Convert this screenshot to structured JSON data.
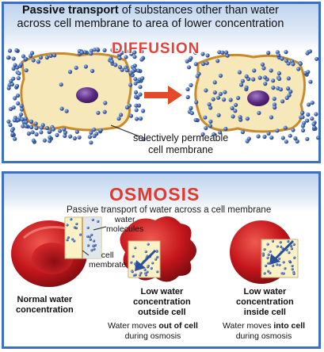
{
  "diffusion": {
    "title_bold": "Passive transport",
    "title_rest": " of substances other than water across cell membrane to area of lower concentration",
    "heading": "DIFFUSION",
    "membrane_label_1": "selectively permeable",
    "membrane_label_2": "cell membrane"
  },
  "osmosis": {
    "heading": "OSMOSIS",
    "subtitle": "Passive transport of water across a cell membrane",
    "label_water_1": "water",
    "label_water_2": "molecules",
    "label_cell_1": "cell",
    "label_cell_2": "membrate",
    "normal_caption_1": "Normal water",
    "normal_caption_2": "concentration",
    "outside_caption_1": "Low water",
    "outside_caption_2": "concentration",
    "outside_caption_3": "outside cell",
    "inside_caption_1": "Low water",
    "inside_caption_2": "concentration",
    "inside_caption_3": "inside cell",
    "out_note_pre": "Water moves ",
    "out_note_bold": "out of cell",
    "out_note_post": "during osmosis",
    "in_note_pre": "Water moves ",
    "in_note_bold": "into cell",
    "in_note_post": "during osmosis"
  },
  "colors": {
    "border": "#3d6fc4",
    "heading_red": "#e03a2e",
    "cell_fill": "#f6e8b8",
    "molecule_blue": "#3f63a8",
    "nucleus": "#5b2a82",
    "rbc_red": "#c4161c"
  }
}
